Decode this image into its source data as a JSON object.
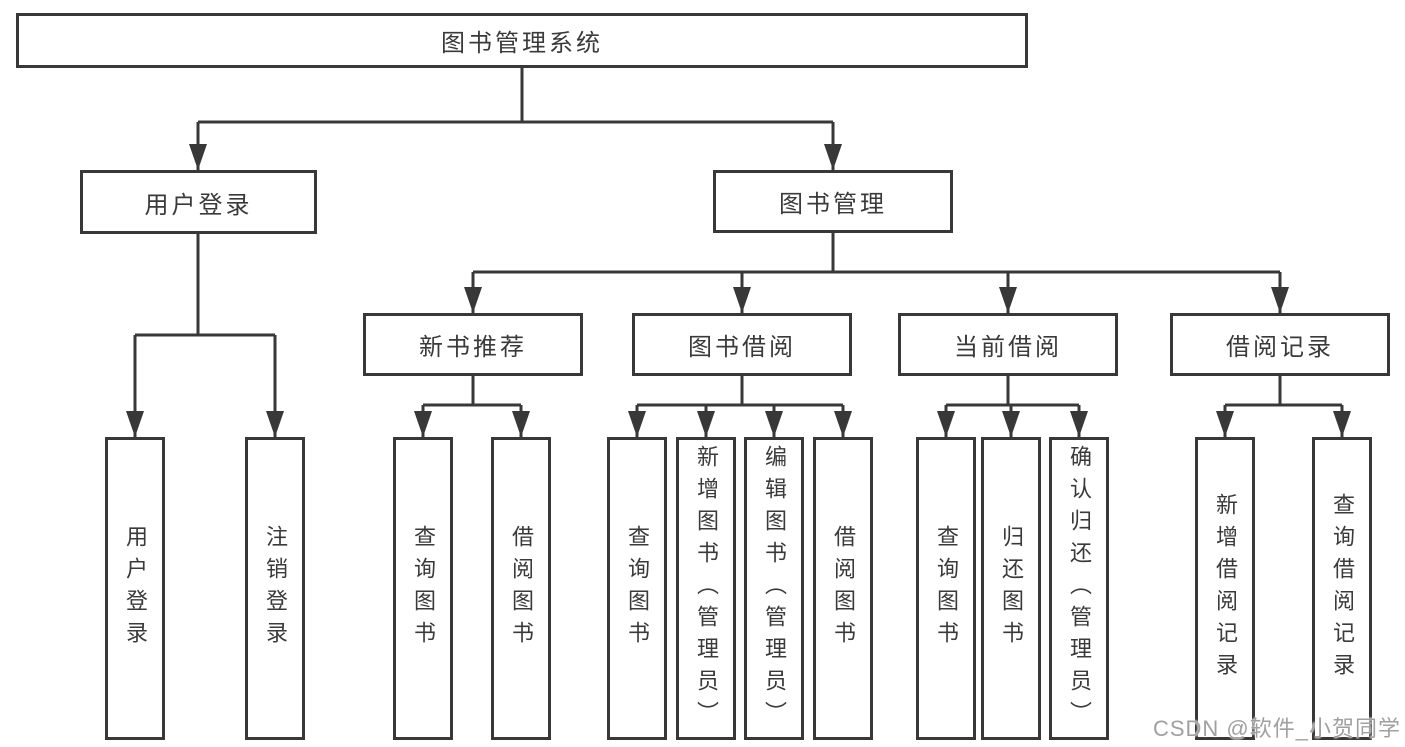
{
  "diagram": {
    "title": "图书管理系统",
    "user_login": {
      "label": "用户登录",
      "children": {
        "login": "用户登录",
        "logout": "注销登录"
      }
    },
    "book_management": {
      "label": "图书管理",
      "sections": {
        "recommend": {
          "label": "新书推荐",
          "children": {
            "query": "查询图书",
            "borrow": "借阅图书"
          }
        },
        "borrow": {
          "label": "图书借阅",
          "children": {
            "query": "查询图书",
            "add": "新增图书（管理员）",
            "edit": "编辑图书（管理员）",
            "borrow": "借阅图书"
          }
        },
        "current": {
          "label": "当前借阅",
          "children": {
            "query": "查询图书",
            "return": "归还图书",
            "confirm": "确认归还（管理员）"
          }
        },
        "records": {
          "label": "借阅记录",
          "children": {
            "add": "新增借阅记录",
            "query": "查询借阅记录"
          }
        }
      }
    }
  },
  "watermark": "CSDN @软件_小贺同学",
  "colors": {
    "line": "#383838",
    "box_border": "#383838",
    "text": "#3a3a3a",
    "watermark_text": "#a0a0a0",
    "background": "#ffffff"
  }
}
